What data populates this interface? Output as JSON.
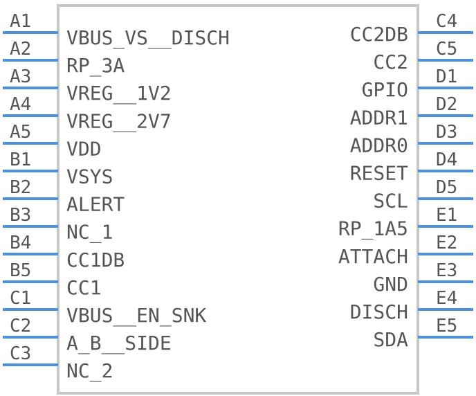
{
  "colors": {
    "body_outline": "#c8c8c8",
    "pin_line": "#4a90d9",
    "text": "#555555",
    "background": "#ffffff"
  },
  "left_pins": [
    {
      "number": "A1",
      "name": "VBUS_VS__DISCH"
    },
    {
      "number": "A2",
      "name": "RP_3A"
    },
    {
      "number": "A3",
      "name": "VREG__1V2"
    },
    {
      "number": "A4",
      "name": "VREG__2V7"
    },
    {
      "number": "A5",
      "name": "VDD"
    },
    {
      "number": "B1",
      "name": "VSYS"
    },
    {
      "number": "B2",
      "name": "ALERT"
    },
    {
      "number": "B3",
      "name": "NC_1"
    },
    {
      "number": "B4",
      "name": "CC1DB"
    },
    {
      "number": "B5",
      "name": "CC1"
    },
    {
      "number": "C1",
      "name": "VBUS__EN_SNK"
    },
    {
      "number": "C2",
      "name": "A_B__SIDE"
    },
    {
      "number": "C3",
      "name": "NC_2"
    }
  ],
  "right_pins": [
    {
      "number": "C4",
      "name": "CC2DB"
    },
    {
      "number": "C5",
      "name": "CC2"
    },
    {
      "number": "D1",
      "name": "GPIO"
    },
    {
      "number": "D2",
      "name": "ADDR1"
    },
    {
      "number": "D3",
      "name": "ADDR0"
    },
    {
      "number": "D4",
      "name": "RESET"
    },
    {
      "number": "D5",
      "name": "SCL"
    },
    {
      "number": "E1",
      "name": "RP_1A5"
    },
    {
      "number": "E2",
      "name": "ATTACH"
    },
    {
      "number": "E3",
      "name": "GND"
    },
    {
      "number": "E4",
      "name": "DISCH"
    },
    {
      "number": "E5",
      "name": "SDA"
    }
  ]
}
